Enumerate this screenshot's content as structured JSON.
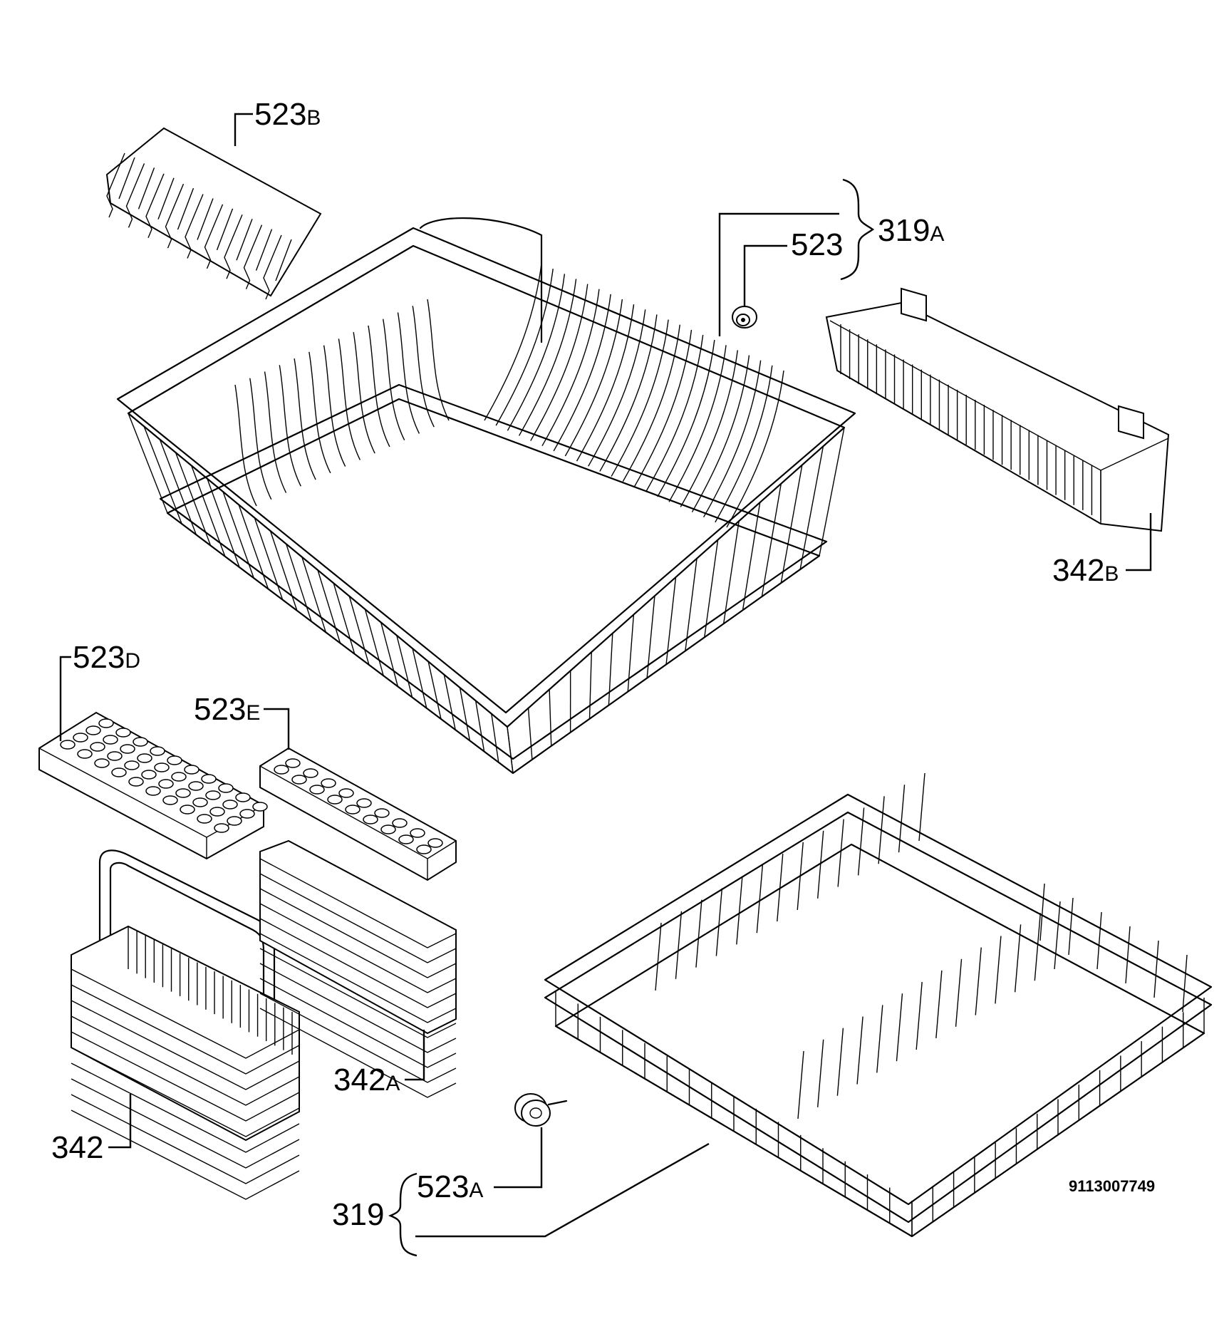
{
  "labels": {
    "523B": {
      "num": "523",
      "suffix": "B"
    },
    "319A": {
      "num": "319",
      "suffix": "A"
    },
    "523": {
      "num": "523"
    },
    "342B": {
      "num": "342",
      "suffix": "B"
    },
    "523D": {
      "num": "523",
      "suffix": "D"
    },
    "523E": {
      "num": "523",
      "suffix": "E"
    },
    "342A": {
      "num": "342",
      "suffix": "A"
    },
    "342": {
      "num": "342"
    },
    "319": {
      "num": "319"
    },
    "523A": {
      "num": "523",
      "suffix": "A"
    }
  },
  "document_number": "9113007749"
}
